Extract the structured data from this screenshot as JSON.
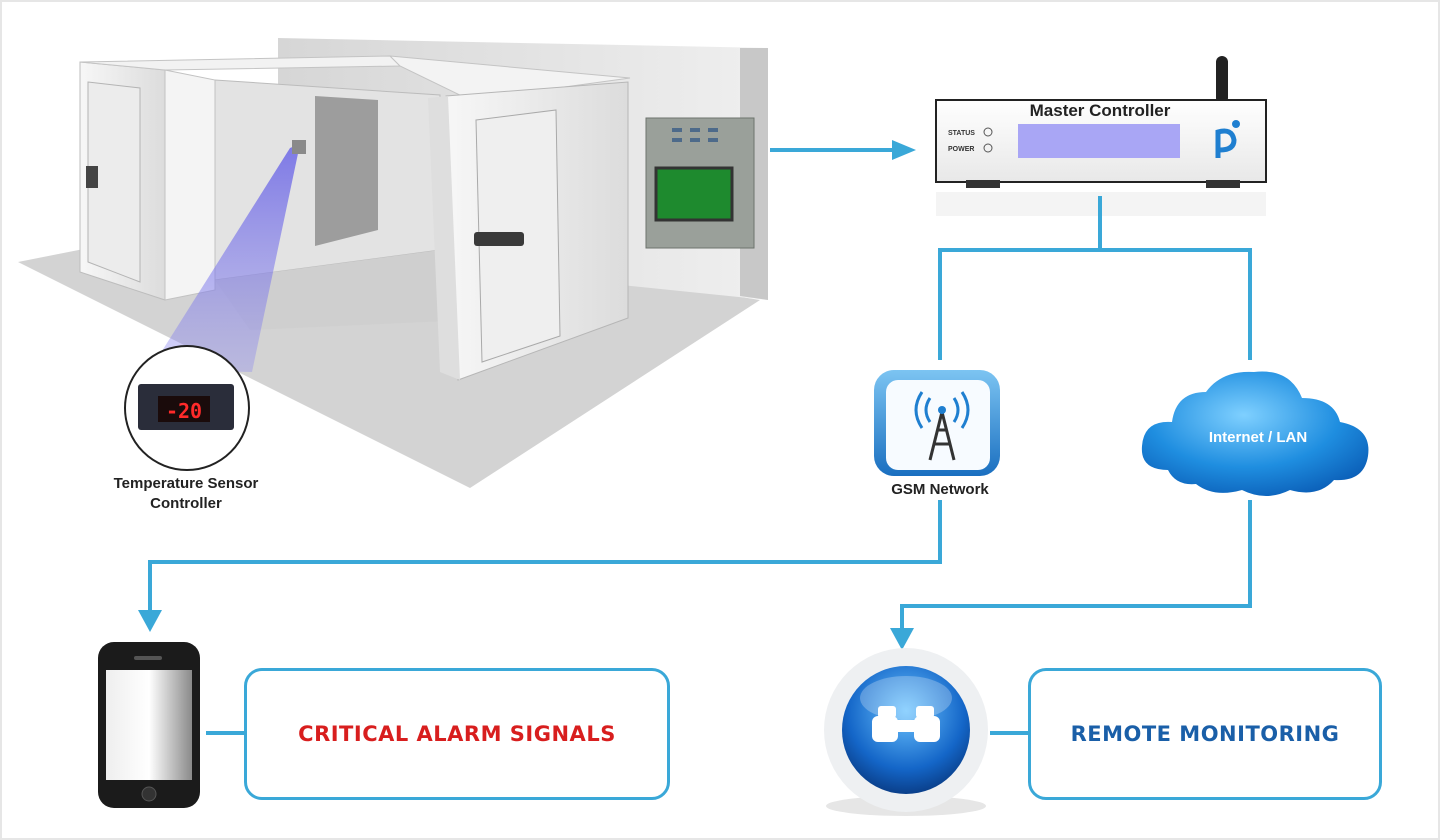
{
  "labels": {
    "temperature_sensor_line1": "Temperature Sensor",
    "temperature_sensor_line2": "Controller",
    "sensor_display": "-20",
    "master_controller": "Master Controller",
    "status_led": "STATUS",
    "power_led": "POWER",
    "gsm_network": "GSM Network",
    "internet_lan": "Internet / LAN",
    "critical_alarm": "CRITICAL ALARM SIGNALS",
    "remote_monitoring": "REMOTE MONITORING"
  },
  "colors": {
    "connector": "#3aa8d8",
    "critical_alarm_text": "#d81e1e",
    "remote_monitoring_text": "#1a5fa8",
    "controller_screen": "#a9a6f5"
  },
  "icons": {
    "gsm": "antenna-tower-icon",
    "internet": "cloud-icon",
    "alarm_device": "smartphone-icon",
    "monitor_device": "binoculars-icon"
  }
}
